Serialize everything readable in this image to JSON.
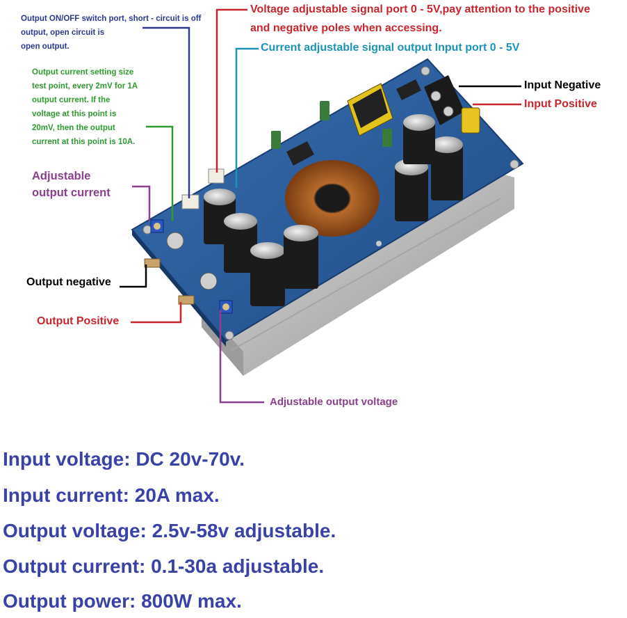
{
  "annotations": {
    "onoff_port": [
      "Output ON/OFF switch port, short - circuit is off",
      "output, open circuit is",
      "open output."
    ],
    "current_test_point": [
      "Output current setting size",
      "test point, every 2mV for 1A",
      "output current. If the",
      "voltage at this point is",
      "20mV, then the output",
      "current at this point is 10A."
    ],
    "adjustable_output_current": [
      "Adjustable",
      "output current"
    ],
    "output_negative": "Output negative",
    "output_positive": "Output Positive",
    "voltage_signal_port": [
      "Voltage adjustable signal port 0 - 5V,pay attention to the positive",
      "and negative poles when accessing."
    ],
    "current_signal_port": "Current adjustable signal output Input port 0 - 5V",
    "input_negative": "Input Negative",
    "input_positive": "Input Positive",
    "adjustable_output_voltage": "Adjustable output voltage"
  },
  "specs": [
    "Input voltage: DC 20v-70v.",
    "Input current: 20A max.",
    "Output voltage: 2.5v-58v adjustable.",
    "Output current: 0.1-30a adjustable.",
    "Output power: 800W max."
  ],
  "colors": {
    "navy": "#2c3a8f",
    "green": "#2f9a2f",
    "purple": "#8b3f8f",
    "red": "#c8262c",
    "cyan": "#1994b6",
    "spec_text": "#3942a6"
  }
}
